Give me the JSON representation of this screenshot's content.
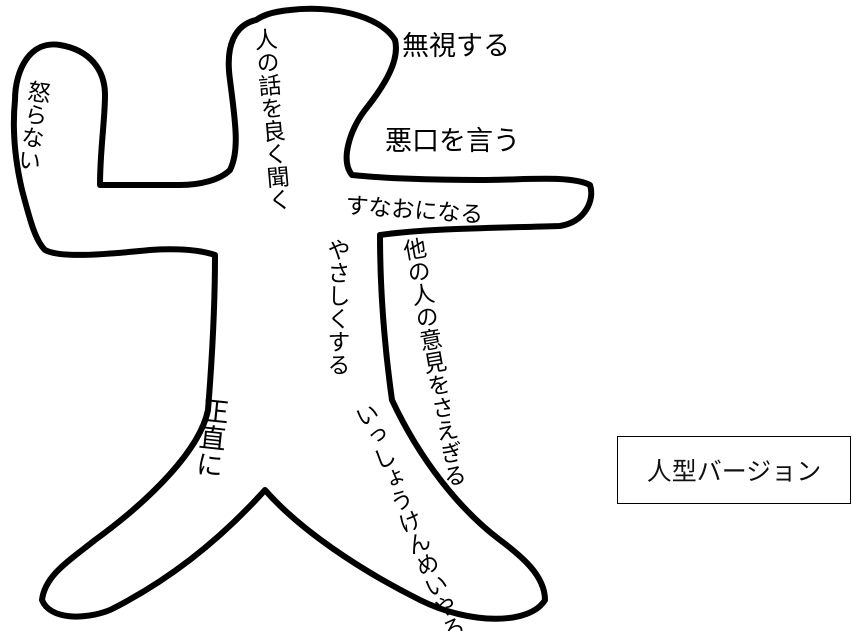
{
  "figure": {
    "outline_color": "#000000",
    "annotations": {
      "left_arm": "怒らない",
      "head_left": "人の話を良く聞く",
      "head_top_right": "無視する",
      "neck_right": "悪口を言う",
      "right_arm": "すなおになる",
      "torso_left": "やさしくする",
      "torso_right": "他の人の意見をさえぎる",
      "left_leg": "正直に",
      "right_leg": "いっしょうけんめいやる"
    }
  },
  "label": {
    "text": "人型バージョン"
  }
}
